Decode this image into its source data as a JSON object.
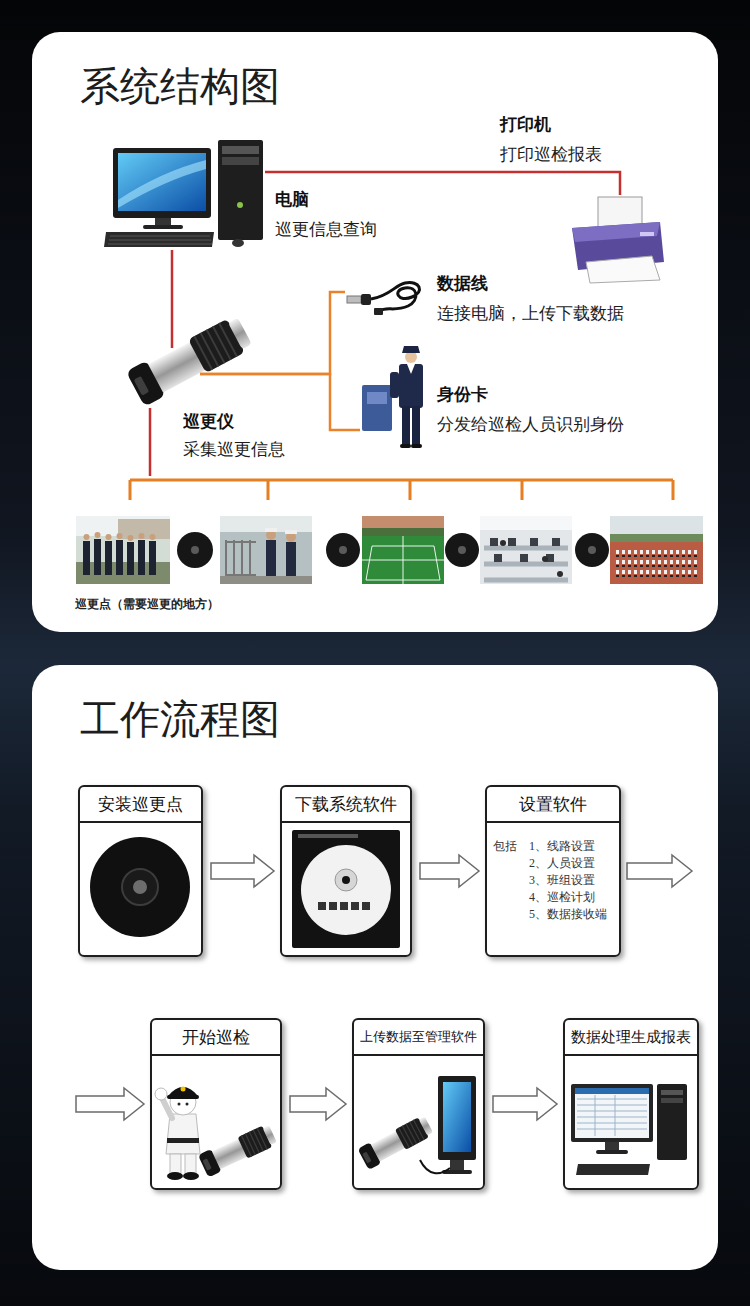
{
  "diagram": {
    "nodes": [
      {
        "text": [
          "系统结构图"
        ]
      },
      {
        "text": [
          "打印机",
          "打印巡检报表"
        ],
        "in": 0
      },
      {
        "text": [
          "电脑",
          "巡更信息查询"
        ],
        "in": 0
      },
      {
        "text": [
          "数据线",
          "连接电脑，上传下载数据"
        ],
        "in": 0
      },
      {
        "text": [
          "身份卡",
          "分发给巡检人员识别身份"
        ],
        "in": 0
      },
      {
        "text": [
          "巡更仪",
          "采集巡更信息"
        ],
        "in": 0
      },
      {
        "text": [
          "巡更点（需要巡更的地方）"
        ],
        "in": 0
      },
      {
        "text": [
          "工作流程图"
        ]
      },
      {
        "text": [
          "安装巡更点"
        ],
        "in": 7
      },
      {
        "text": [
          "下载系统软件"
        ],
        "in": 7
      },
      {
        "text": [
          "设置软件",
          "包括",
          "1、线路设置",
          "2、人员设置",
          "3、班组设置",
          "4、巡检计划",
          "5、数据接收端"
        ],
        "in": 7
      },
      {
        "text": [
          "开始巡检"
        ],
        "in": 7
      },
      {
        "text": [
          "上传数据至管理软件"
        ],
        "in": 7
      },
      {
        "text": [
          "数据处理生成报表"
        ],
        "in": 7
      }
    ],
    "edges": [
      {
        "from": 2,
        "to": 1,
        "arrow": "none"
      },
      {
        "from": 2,
        "to": 5,
        "arrow": "none"
      },
      {
        "from": 5,
        "to": 3,
        "arrow": "none"
      },
      {
        "from": 5,
        "to": 4,
        "arrow": "none"
      },
      {
        "from": 5,
        "to": 6,
        "arrow": "none"
      },
      {
        "from": 8,
        "to": 9,
        "arrow": "to"
      },
      {
        "from": 9,
        "to": 10,
        "arrow": "to"
      },
      {
        "from": 10,
        "to": 11,
        "arrow": "to"
      },
      {
        "from": 11,
        "to": 12,
        "arrow": "to"
      },
      {
        "from": 12,
        "to": 13,
        "arrow": "to"
      }
    ]
  }
}
